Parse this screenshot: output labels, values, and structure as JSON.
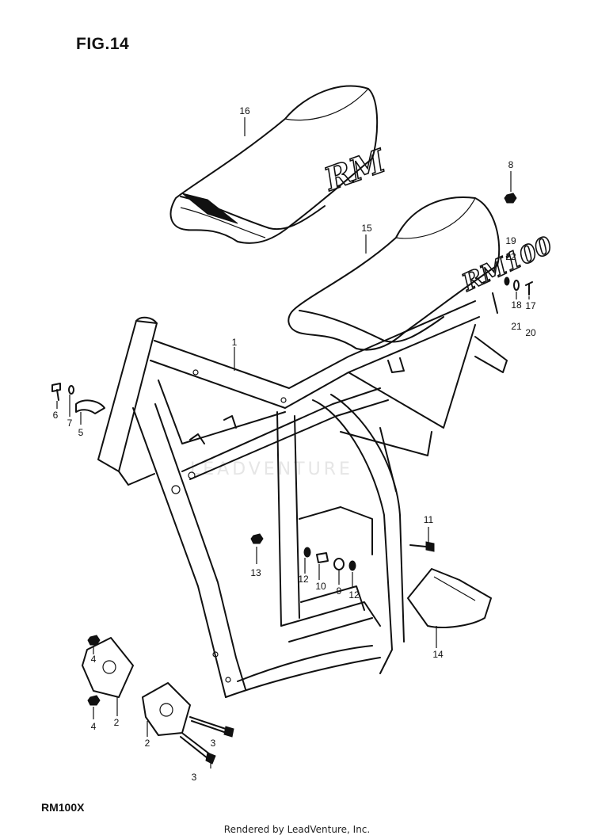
{
  "figure": {
    "title": "FIG.14",
    "model": "RM100X",
    "footer": "Rendered by LeadVenture, Inc.",
    "watermark": "LEADVENTURE"
  },
  "seats": {
    "upper_text": "RM",
    "lower_text": "RM100"
  },
  "callouts": [
    {
      "id": "1",
      "label": "1"
    },
    {
      "id": "2a",
      "label": "2"
    },
    {
      "id": "2b",
      "label": "2"
    },
    {
      "id": "3a",
      "label": "3"
    },
    {
      "id": "3b",
      "label": "3"
    },
    {
      "id": "4a",
      "label": "4"
    },
    {
      "id": "4b",
      "label": "4"
    },
    {
      "id": "5",
      "label": "5"
    },
    {
      "id": "6",
      "label": "6"
    },
    {
      "id": "7",
      "label": "7"
    },
    {
      "id": "8",
      "label": "8"
    },
    {
      "id": "9",
      "label": "9"
    },
    {
      "id": "10",
      "label": "10"
    },
    {
      "id": "11",
      "label": "11"
    },
    {
      "id": "12a",
      "label": "12"
    },
    {
      "id": "12b",
      "label": "12"
    },
    {
      "id": "13",
      "label": "13"
    },
    {
      "id": "14",
      "label": "14"
    },
    {
      "id": "15",
      "label": "15"
    },
    {
      "id": "16",
      "label": "16"
    },
    {
      "id": "17",
      "label": "17"
    },
    {
      "id": "18",
      "label": "18"
    },
    {
      "id": "19",
      "label": "19"
    },
    {
      "id": "20",
      "label": "20"
    },
    {
      "id": "21",
      "label": "21"
    },
    {
      "id": "22",
      "label": "22"
    }
  ]
}
